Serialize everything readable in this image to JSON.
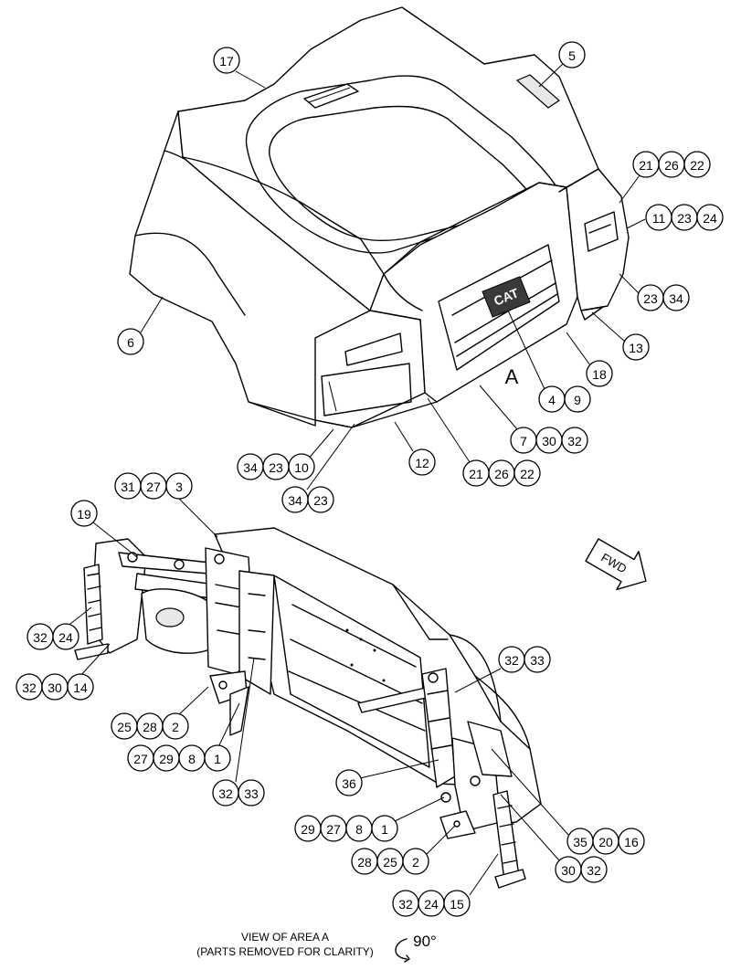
{
  "figure": {
    "area_label": "A",
    "view_caption_line1": "VIEW OF AREA A",
    "view_caption_line2": "(PARTS REMOVED FOR CLARITY)",
    "rotation_label": "90°",
    "fwd_label": "FWD",
    "logo_text": "CAT"
  },
  "callouts": [
    {
      "id": "c17",
      "labels": [
        "17"
      ]
    },
    {
      "id": "c5",
      "labels": [
        "5"
      ]
    },
    {
      "id": "c21-26-22-top",
      "labels": [
        "21",
        "26",
        "22"
      ]
    },
    {
      "id": "c11-23-24",
      "labels": [
        "11",
        "23",
        "24"
      ]
    },
    {
      "id": "c23-34",
      "labels": [
        "23",
        "34"
      ]
    },
    {
      "id": "c13",
      "labels": [
        "13"
      ]
    },
    {
      "id": "c18",
      "labels": [
        "18"
      ]
    },
    {
      "id": "c6",
      "labels": [
        "6"
      ]
    },
    {
      "id": "c4-9",
      "labels": [
        "4",
        "9"
      ]
    },
    {
      "id": "c7-30-32",
      "labels": [
        "7",
        "30",
        "32"
      ]
    },
    {
      "id": "c34-23-10",
      "labels": [
        "34",
        "23",
        "10"
      ]
    },
    {
      "id": "c12",
      "labels": [
        "12"
      ]
    },
    {
      "id": "c21-26-22-bottom",
      "labels": [
        "21",
        "26",
        "22"
      ]
    },
    {
      "id": "c34-23",
      "labels": [
        "34",
        "23"
      ]
    },
    {
      "id": "c31-27-3",
      "labels": [
        "31",
        "27",
        "3"
      ]
    },
    {
      "id": "c19",
      "labels": [
        "19"
      ]
    },
    {
      "id": "c32-24-left",
      "labels": [
        "32",
        "24"
      ]
    },
    {
      "id": "c32-30-14",
      "labels": [
        "32",
        "30",
        "14"
      ]
    },
    {
      "id": "c25-28-2",
      "labels": [
        "25",
        "28",
        "2"
      ]
    },
    {
      "id": "c27-29-8-1",
      "labels": [
        "27",
        "29",
        "8",
        "1"
      ]
    },
    {
      "id": "c32-33-left",
      "labels": [
        "32",
        "33"
      ]
    },
    {
      "id": "c32-33-right",
      "labels": [
        "32",
        "33"
      ]
    },
    {
      "id": "c36",
      "labels": [
        "36"
      ]
    },
    {
      "id": "c29-27-8-1",
      "labels": [
        "29",
        "27",
        "8",
        "1"
      ]
    },
    {
      "id": "c28-25-2",
      "labels": [
        "28",
        "25",
        "2"
      ]
    },
    {
      "id": "c35-20-16",
      "labels": [
        "35",
        "20",
        "16"
      ]
    },
    {
      "id": "c30-32",
      "labels": [
        "30",
        "32"
      ]
    },
    {
      "id": "c32-24-15",
      "labels": [
        "32",
        "24",
        "15"
      ]
    }
  ]
}
